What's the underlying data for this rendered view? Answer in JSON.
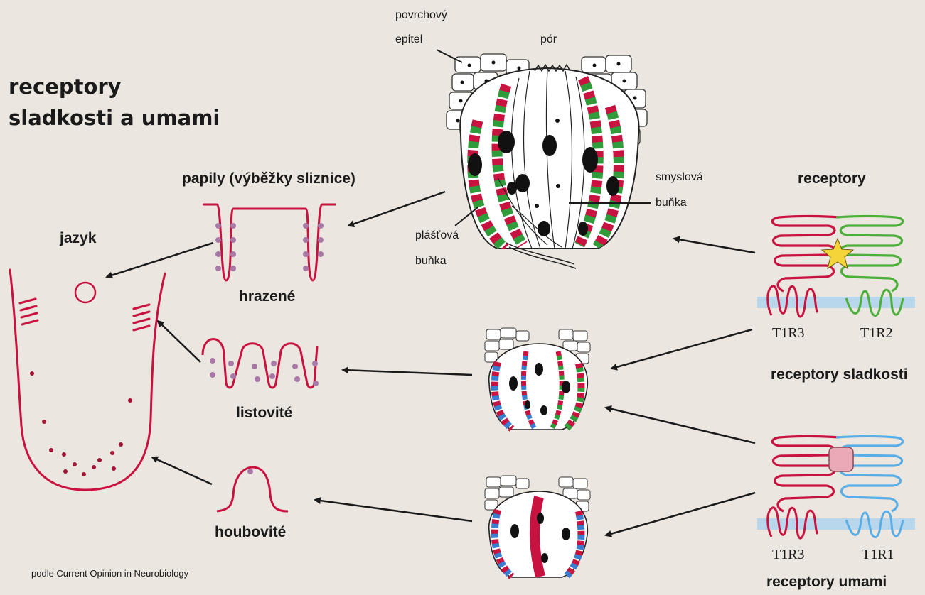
{
  "title": {
    "line1": "receptory",
    "line2": "sladkosti a umami"
  },
  "labels": {
    "jazyk": "jazyk",
    "papily": "papily (výběžky sliznice)",
    "hrazene": "hrazené",
    "listovite": "listovité",
    "houbovite": "houbovité",
    "povrchovy_epitel_1": "povrchový",
    "povrchovy_epitel_2": "epitel",
    "por": "pór",
    "smyslova_bunka_1": "smyslová",
    "smyslova_bunka_2": "buňka",
    "plastova_bunka_1": "plášťová",
    "plastova_bunka_2": "buňka",
    "receptory": "receptory",
    "t1r3_a": "T1R3",
    "t1r2": "T1R2",
    "receptory_sladkosti": "receptory sladkosti",
    "t1r3_b": "T1R3",
    "t1r1": "T1R1",
    "receptory_umami": "receptory umami",
    "credit": "podle Current Opinion in Neurobiology"
  },
  "colors": {
    "background": "#ebe6df",
    "tongue": "#c8123f",
    "papilla_dot": "#a979a8",
    "support_cell": "#2f9b3a",
    "umami_cell": "#3a7dd0",
    "membrane": "#b8d6ec",
    "t1r2": "#4caf3a",
    "t1r1": "#5aaee6",
    "sweet_ligand": "#f5d43a",
    "umami_ligand": "#e9a9b7",
    "arrow": "#1a1a1a"
  }
}
